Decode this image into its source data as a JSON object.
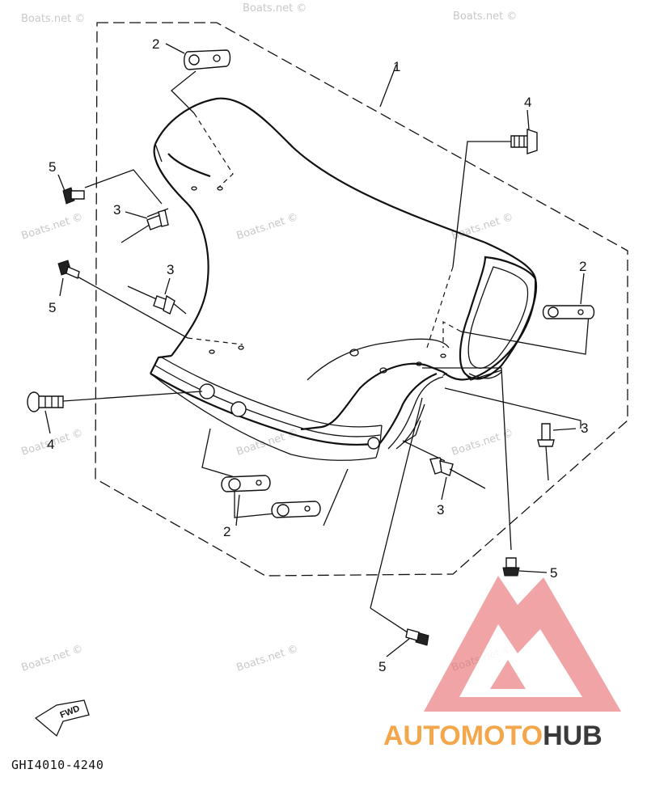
{
  "watermark": "Boats.net ©",
  "callouts": {
    "c1": "1",
    "c2a": "2",
    "c2b": "2",
    "c2c": "2",
    "c3a": "3",
    "c3b": "3",
    "c3c": "3",
    "c3d": "3",
    "c4a": "4",
    "c4b": "4",
    "c5a": "5",
    "c5b": "5",
    "c5c": "5",
    "c5d": "5"
  },
  "figure_code": "GHI4010-4240",
  "fwd_label": "FWD",
  "brand": {
    "part1": "AUTOMOTO",
    "part2": "HUB",
    "color1": "#f3a64a",
    "color2": "#3a3a3a",
    "logo_color": "#e8686a"
  }
}
